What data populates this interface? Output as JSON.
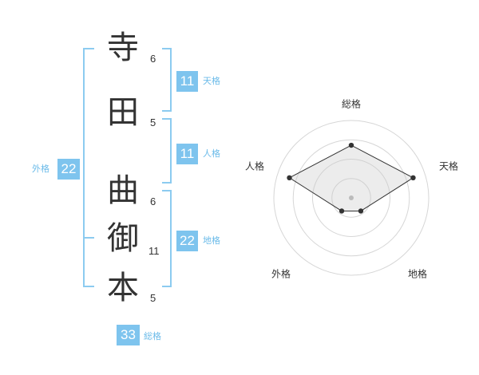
{
  "name": {
    "characters": [
      "寺",
      "田",
      "曲",
      "御",
      "本"
    ],
    "strokes": [
      "6",
      "5",
      "6",
      "11",
      "5"
    ]
  },
  "fortune": {
    "tenkaku": {
      "value": "11",
      "label": "天格"
    },
    "jinkaku": {
      "value": "11",
      "label": "人格"
    },
    "chikaku": {
      "value": "22",
      "label": "地格"
    },
    "gaikaku": {
      "value": "22",
      "label": "外格"
    },
    "soukaku": {
      "value": "33",
      "label": "総格"
    }
  },
  "radar": {
    "labels": {
      "top": "総格",
      "right": "天格",
      "bottom_right": "地格",
      "bottom_left": "外格",
      "left": "人格"
    },
    "values": {
      "top": 0.68,
      "right": 0.84,
      "bottom_right": 0.21,
      "bottom_left": 0.21,
      "left": 0.84
    },
    "rings": 4
  }
}
